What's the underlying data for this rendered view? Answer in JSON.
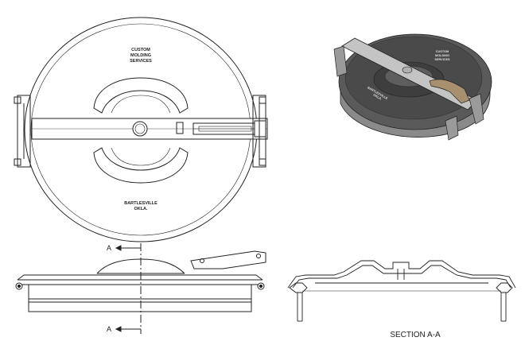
{
  "drawing": {
    "lid_text_top": [
      "CUSTOM",
      "MOLDING",
      "SERVICES"
    ],
    "lid_text_bottom": [
      "BARTLESVILLE",
      "OKLA."
    ],
    "section_marker_top": "A",
    "section_marker_bottom": "A",
    "section_title": "SECTION A-A",
    "iso_lid_text_top": [
      "CUSTOM",
      "MOLDING",
      "SERVICES"
    ],
    "iso_lid_text_bottom": [
      "BARTLESVILLE",
      "OKLA."
    ]
  },
  "colors": {
    "line": "#222222",
    "lid_dark": "#4a4a4a",
    "lid_mid": "#6b6b6b",
    "lid_light": "#9a9a9a",
    "strap": "#b8b8b8",
    "latch_tan": "#a8906e"
  }
}
